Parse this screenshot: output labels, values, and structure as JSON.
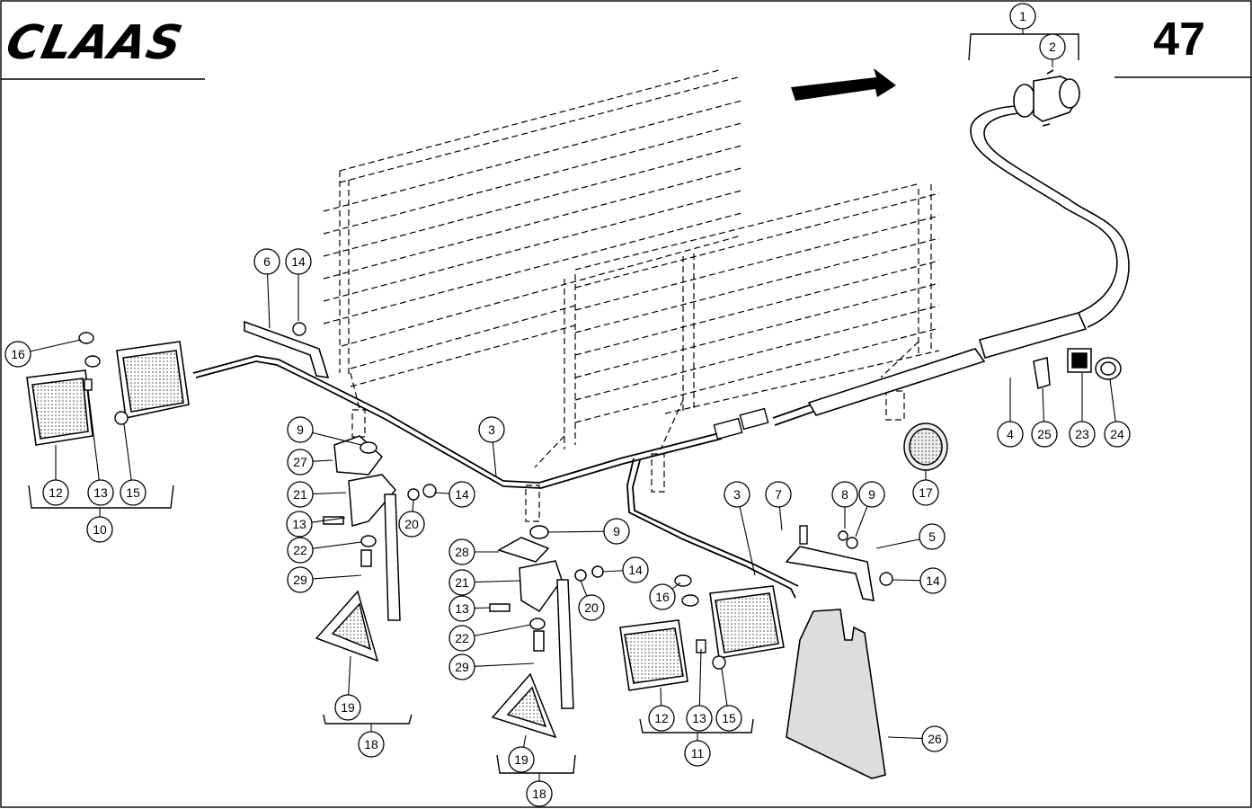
{
  "header": {
    "brand": "CLAAS",
    "page_number": "47"
  },
  "callouts": [
    {
      "id": "c1",
      "label": "1"
    },
    {
      "id": "c2",
      "label": "2"
    },
    {
      "id": "c3a",
      "label": "3"
    },
    {
      "id": "c3b",
      "label": "3"
    },
    {
      "id": "c4",
      "label": "4"
    },
    {
      "id": "c5",
      "label": "5"
    },
    {
      "id": "c6",
      "label": "6"
    },
    {
      "id": "c7",
      "label": "7"
    },
    {
      "id": "c8",
      "label": "8"
    },
    {
      "id": "c9a",
      "label": "9"
    },
    {
      "id": "c9b",
      "label": "9"
    },
    {
      "id": "c9c",
      "label": "9"
    },
    {
      "id": "c10",
      "label": "10"
    },
    {
      "id": "c11",
      "label": "11"
    },
    {
      "id": "c12a",
      "label": "12"
    },
    {
      "id": "c12b",
      "label": "12"
    },
    {
      "id": "c13a",
      "label": "13"
    },
    {
      "id": "c13b",
      "label": "13"
    },
    {
      "id": "c13c",
      "label": "13"
    },
    {
      "id": "c13d",
      "label": "13"
    },
    {
      "id": "c14a",
      "label": "14"
    },
    {
      "id": "c14b",
      "label": "14"
    },
    {
      "id": "c14c",
      "label": "14"
    },
    {
      "id": "c14d",
      "label": "14"
    },
    {
      "id": "c15a",
      "label": "15"
    },
    {
      "id": "c15b",
      "label": "15"
    },
    {
      "id": "c16a",
      "label": "16"
    },
    {
      "id": "c16b",
      "label": "16"
    },
    {
      "id": "c17",
      "label": "17"
    },
    {
      "id": "c18a",
      "label": "18"
    },
    {
      "id": "c18b",
      "label": "18"
    },
    {
      "id": "c19a",
      "label": "19"
    },
    {
      "id": "c19b",
      "label": "19"
    },
    {
      "id": "c20a",
      "label": "20"
    },
    {
      "id": "c20b",
      "label": "20"
    },
    {
      "id": "c21a",
      "label": "21"
    },
    {
      "id": "c21b",
      "label": "21"
    },
    {
      "id": "c22a",
      "label": "22"
    },
    {
      "id": "c22b",
      "label": "22"
    },
    {
      "id": "c23",
      "label": "23"
    },
    {
      "id": "c24",
      "label": "24"
    },
    {
      "id": "c25",
      "label": "25"
    },
    {
      "id": "c26",
      "label": "26"
    },
    {
      "id": "c27",
      "label": "27"
    },
    {
      "id": "c28",
      "label": "28"
    },
    {
      "id": "c29a",
      "label": "29"
    },
    {
      "id": "c29b",
      "label": "29"
    }
  ]
}
